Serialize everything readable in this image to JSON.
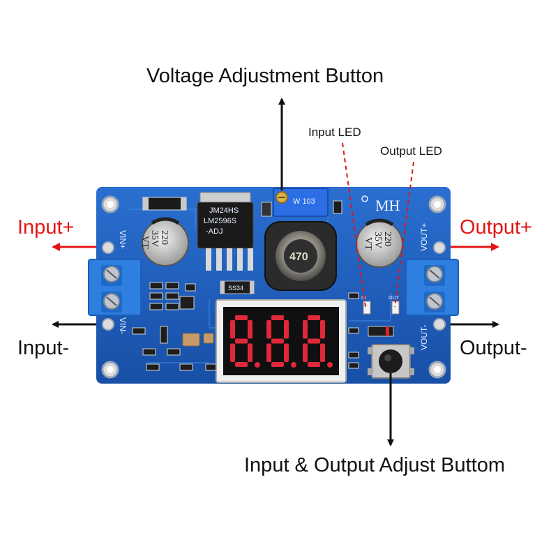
{
  "callouts": {
    "voltage_adjust": "Voltage Adjustment Button",
    "input_led": "Input LED",
    "output_led": "Output LED",
    "input_plus": "Input+",
    "output_plus": "Output+",
    "input_minus": "Input-",
    "output_minus": "Output-",
    "io_adjust": "Input & Output Adjust Buttom"
  },
  "board": {
    "brand": "MH",
    "pot_label": "W 103",
    "inductor_label": "470",
    "cap_left_lines": [
      "220",
      "35V",
      "VT"
    ],
    "cap_right_lines": [
      "220",
      "35V",
      "VT"
    ],
    "ic_lines": [
      "JM24HS",
      "LM2596S",
      "-ADJ"
    ],
    "diode_label": "SS34",
    "vin_plus": "VIN+",
    "vin_minus": "VIN-",
    "vout_plus": "VOUT+",
    "vout_minus": "VOUT-",
    "led_in": "IN",
    "led_out": "OUT",
    "display_digits": "8.8.8."
  },
  "colors": {
    "pcb": "#1e5db8",
    "arrow_red": "#e41414",
    "terminal_blue": "#2f7fe0",
    "display_red": "#e0283a"
  }
}
